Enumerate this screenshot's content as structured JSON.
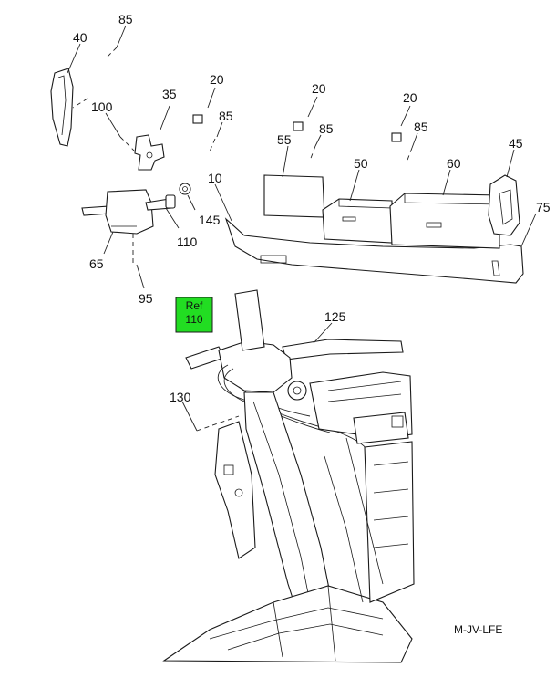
{
  "diagram": {
    "callouts": {
      "c85a": "85",
      "c40": "40",
      "c100": "100",
      "c35": "35",
      "c20a": "20",
      "c85b": "85",
      "c20b": "20",
      "c85c": "85",
      "c20c": "20",
      "c85d": "85",
      "c55": "55",
      "c50": "50",
      "c60": "60",
      "c45": "45",
      "c75": "75",
      "c10": "10",
      "c145": "145",
      "c110": "110",
      "c65": "65",
      "c95": "95",
      "c125": "125",
      "c130": "130"
    },
    "ref_box": {
      "line1": "Ref",
      "line2": "110",
      "color": "#22dd22"
    },
    "figure_code": "M-JV-LFE"
  }
}
